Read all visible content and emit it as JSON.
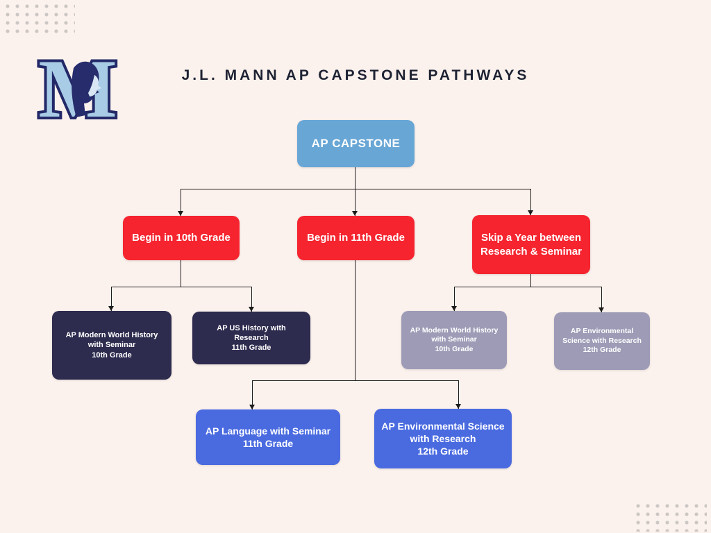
{
  "header": {
    "title": "J.L. MANN AP CAPSTONE PATHWAYS"
  },
  "logo": {
    "letter": "M",
    "description": "J.L. Mann Patriots M logo"
  },
  "colors": {
    "background": "#fcf2ed",
    "root_box": "#68a6d5",
    "branch_box": "#f5242f",
    "navy_box": "#2d2b4e",
    "lavender_box": "#9d9bb6",
    "blue_box": "#4a6be0",
    "line": "#1c1c1c",
    "title_text": "#1d2233"
  },
  "nodes": {
    "root": {
      "label": "AP CAPSTONE"
    },
    "begin10": {
      "label": "Begin in 10th Grade"
    },
    "begin11": {
      "label": "Begin in 11th Grade"
    },
    "skipyear": {
      "label": "Skip a Year between Research & Seminar"
    },
    "mwh10": {
      "label": "AP Modern World History with Seminar",
      "grade": "10th Grade"
    },
    "ush11": {
      "label": "AP US History with Research",
      "grade": "11th Grade"
    },
    "mwh10b": {
      "label": "AP Modern World History with Seminar",
      "grade": "10th Grade"
    },
    "env12": {
      "label": "AP Environmental Science with Research",
      "grade": "12th Grade"
    },
    "lang11": {
      "label": "AP Language with Seminar",
      "grade": "11th Grade"
    },
    "env12b": {
      "label": "AP Environmental Science with Research",
      "grade": "12th Grade"
    }
  },
  "chart_data": {
    "type": "flowchart",
    "title": "J.L. MANN AP CAPSTONE PATHWAYS",
    "root": "AP CAPSTONE",
    "branches": [
      {
        "label": "Begin in 10th Grade",
        "children": [
          "AP Modern World History with Seminar — 10th Grade",
          "AP US History with Research — 11th Grade"
        ]
      },
      {
        "label": "Begin in 11th Grade",
        "children": [
          "AP Language with Seminar — 11th Grade",
          "AP Environmental Science with Research — 12th Grade"
        ]
      },
      {
        "label": "Skip a Year between Research & Seminar",
        "children": [
          "AP Modern World History with Seminar — 10th Grade",
          "AP Environmental Science with Research — 12th Grade"
        ]
      }
    ]
  }
}
